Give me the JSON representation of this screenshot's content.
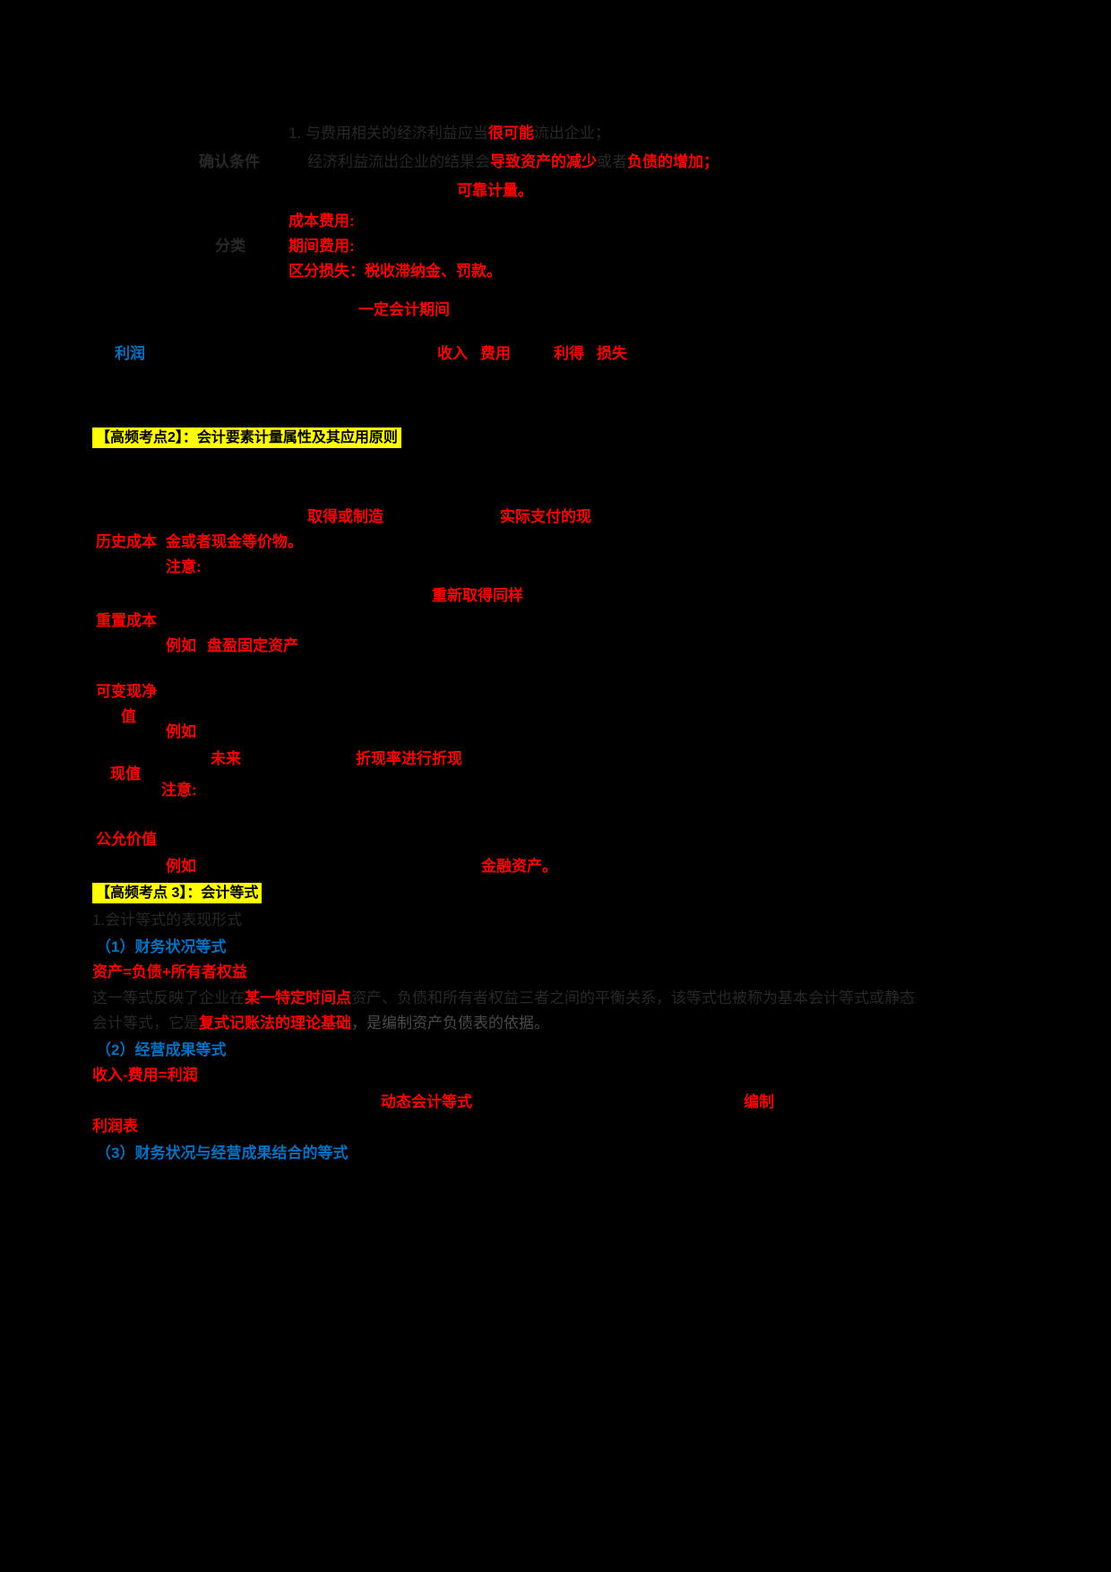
{
  "theme": {
    "background": "#000000",
    "red": "#fe0000",
    "blue": "#0070c0",
    "yellow": "#ffff00",
    "faint": "#282828",
    "gray": "#4a4a4a"
  },
  "expense": {
    "recognition_label": "确认条件",
    "category_label": "分类",
    "line1_pre": "1. 与费用相关的经济利益应当",
    "line1_em": "很可能",
    "line1_post": "流出企业；",
    "line2_pre": "经济利益流出企业的结果会",
    "line2_em1": "导致资产的减少",
    "line2_mid": "或者",
    "line2_em2": "负债的增加；",
    "line3_em": "可靠计量。",
    "cat_cost": "成本费用:",
    "cat_period": "期间费用:",
    "cat_loss": "区分损失：税收滞纳金、罚款。"
  },
  "profit": {
    "label": "利润",
    "period_em": "一定会计期间",
    "terms": [
      "收入",
      "费用",
      "利得",
      "损失"
    ]
  },
  "topic2": {
    "heading": "【高频考点2】：会计要素计量属性及其应用原则"
  },
  "measurement": {
    "historical_label": "历史成本",
    "historical_l1a": "取得或制造",
    "historical_l1b": "实际支付的现",
    "historical_l2": "金或者现金等价物。",
    "historical_note": "注意:",
    "replacement_label": "重置成本",
    "replacement_l1": "重新取得同样",
    "replacement_eg_label": "例如",
    "replacement_eg": "盘盈固定资产",
    "nrv_label_1": "可变现净",
    "nrv_label_2": "值",
    "nrv_eg_label": "例如",
    "present_label": "现值",
    "present_l1a": "未来",
    "present_l1b": "折现率进行折现",
    "present_note": "注意:",
    "fair_label": "公允价值",
    "fair_eg_label": "例如",
    "fair_eg": "金融资产。"
  },
  "topic3": {
    "heading": "【高频考点 3】：会计等式",
    "intro": "1.会计等式的表现形式",
    "eq1_title": "（1）财务状况等式",
    "eq1_formula": "资产=负债+所有者权益",
    "eq1_para_pre": "这一等式反映了企业在",
    "eq1_para_em": "某一特定时间点",
    "eq1_para_post": "资产、负债和所有者权益三者之间的平衡关系，该等式也被称为基本会计等式或静态",
    "eq1_para2_pre": "会计等式，它是",
    "eq1_para2_em": "复式记账法的理论基础",
    "eq1_para2_post": "，是编制资产负债表的依据。",
    "eq2_title": "（2）经营成果等式",
    "eq2_formula": "收入-费用=利润",
    "eq2_em1": "动态会计等式",
    "eq2_em2": "编制",
    "eq2_line2": "利润表",
    "eq3_title": "（3）财务状况与经营成果结合的等式"
  }
}
